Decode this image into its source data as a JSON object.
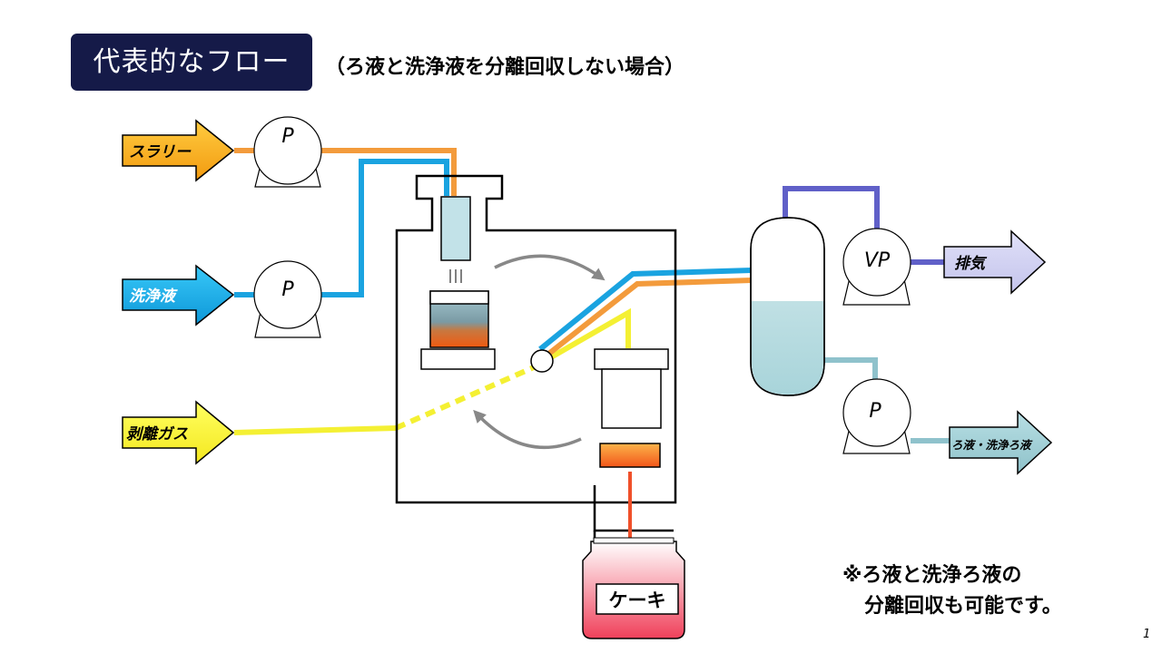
{
  "title": "代表的なフロー",
  "subtitle": "（ろ液と洗浄液を分離回収しない場合）",
  "inputs": {
    "slurry": "スラリー",
    "wash": "洗浄液",
    "gas": "剥離ガス"
  },
  "outputs": {
    "exhaust": "排気",
    "filtrate": "ろ液・洗浄ろ液"
  },
  "pumps": {
    "p1": "P",
    "p2": "P",
    "p3": "P",
    "vp": "VP"
  },
  "cake": "ケーキ",
  "note": {
    "line1": "※ろ液と洗浄ろ液の",
    "line2": "分離回収も可能です。"
  },
  "page_number": "1",
  "colors": {
    "title_bg": "#151a48",
    "slurry": "#f39b3c",
    "wash": "#1aa3e0",
    "gas": "#f4f033",
    "exhaust": "#6060c8",
    "filtrate": "#8fc2cc",
    "cake": "#f25a1e"
  }
}
